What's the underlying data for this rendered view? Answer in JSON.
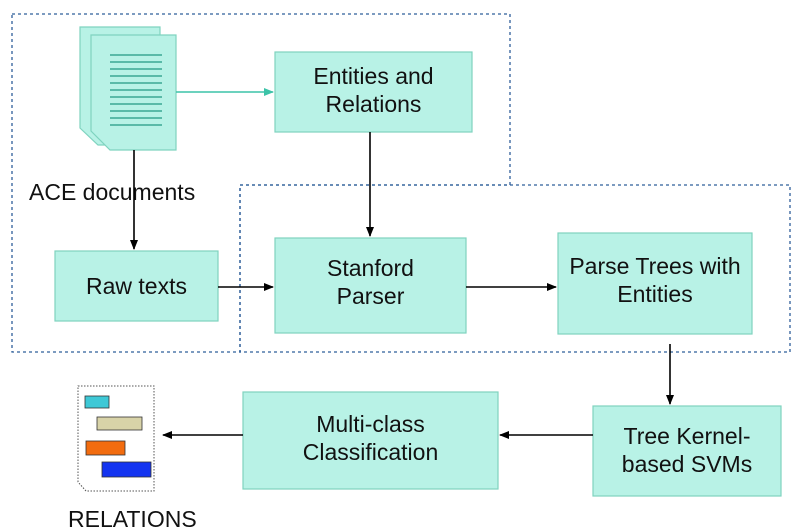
{
  "nodes": {
    "ace_documents": {
      "label": "ACE documents"
    },
    "entities_relations": {
      "lines": [
        "Entities and",
        "Relations"
      ]
    },
    "raw_texts": {
      "lines": [
        "Raw texts"
      ]
    },
    "stanford_parser": {
      "lines": [
        "Stanford",
        "Parser"
      ]
    },
    "parse_trees": {
      "lines": [
        "Parse Trees with",
        "Entities"
      ]
    },
    "tree_kernel_svms": {
      "lines": [
        "Tree Kernel-",
        "based SVMs"
      ]
    },
    "multiclass_classification": {
      "lines": [
        "Multi-class",
        "Classification"
      ]
    },
    "relations": {
      "label": "RELATIONS"
    }
  },
  "colors": {
    "node_fill": "#b8f2e6",
    "node_border": "#7fd3bf",
    "document_fill": "#b8f2e6",
    "dashed_region": "#2f5f9a",
    "relation_bar_colors": [
      "#3ec8d6",
      "#d8d3a8",
      "#f26c0f",
      "#1434f0"
    ]
  },
  "icons": {
    "documents": "document-stack-icon",
    "relations": "relations-document-icon"
  }
}
